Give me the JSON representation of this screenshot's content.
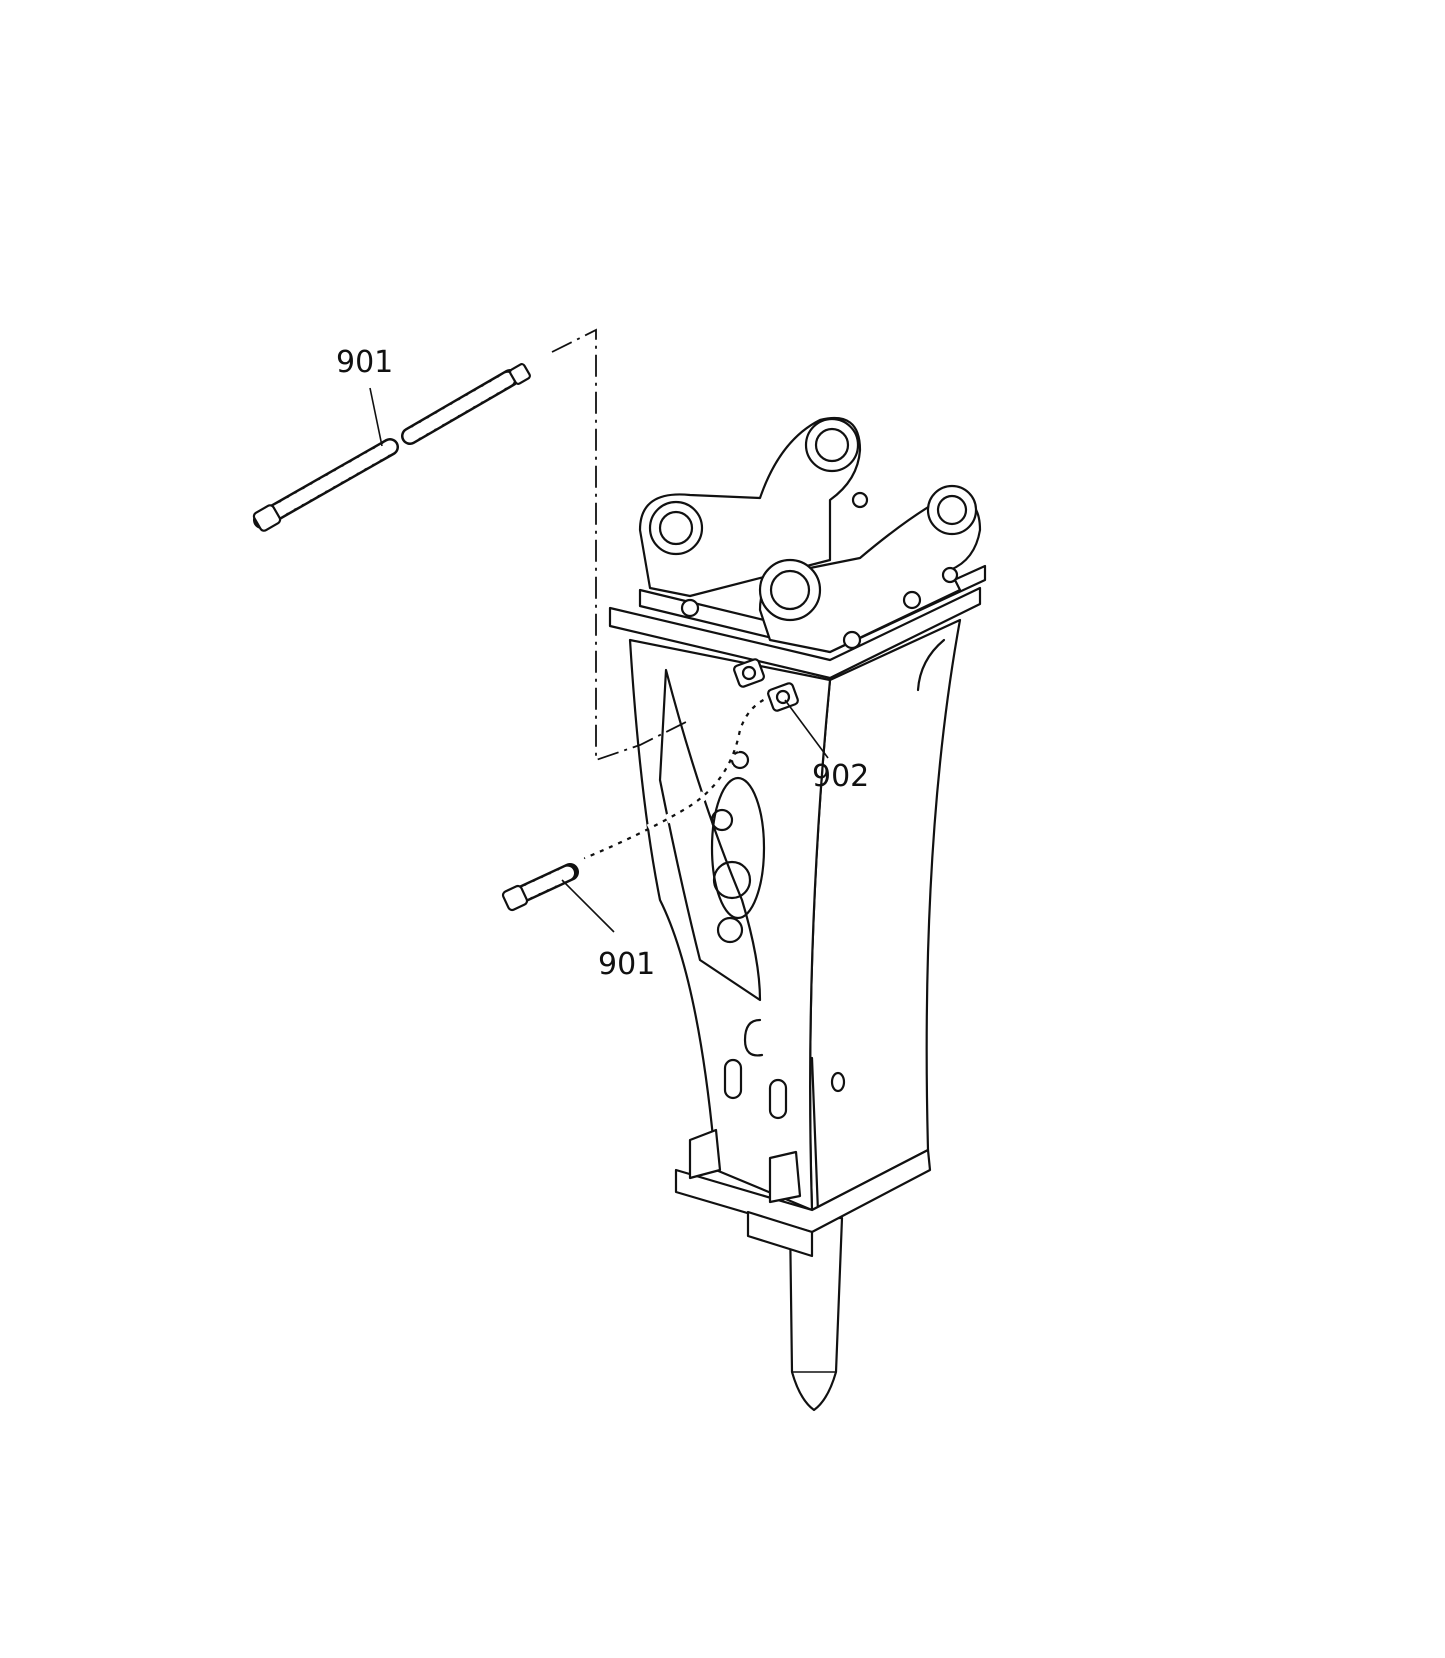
{
  "callouts": {
    "hose_upper": "901",
    "fitting": "902",
    "hose_lower": "901"
  }
}
